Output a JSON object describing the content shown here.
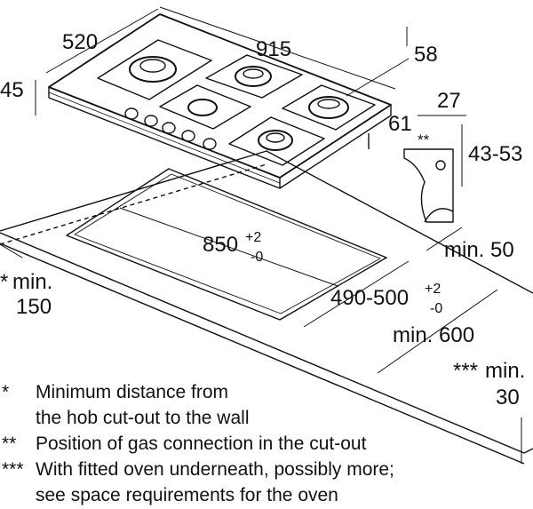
{
  "dimensions": {
    "hob_width": "915",
    "hob_depth": "520",
    "hob_height": "45",
    "hob_front_height": "58",
    "connection_offset": "27",
    "connection_depth": "61",
    "connection_range": "43-53",
    "connection_marker": "**",
    "cutout_width": "850",
    "cutout_width_tol_plus": "+2",
    "cutout_width_tol_minus": "-0",
    "cutout_depth": "490-500",
    "cutout_depth_tol_plus": "+2",
    "cutout_depth_tol_minus": "-0",
    "min_front": "min. 50",
    "min_worktop": "min. 600",
    "min_wall_marker": "*",
    "min_wall_label": "min.",
    "min_wall_value": "150",
    "min_thickness_marker": "***",
    "min_thickness_label": "min.",
    "min_thickness_value": "30"
  },
  "notes": [
    {
      "mark": "*",
      "lines": [
        "Minimum distance from",
        "the hob cut-out to the wall"
      ]
    },
    {
      "mark": "**",
      "lines": [
        "Position of gas connection in the cut-out"
      ]
    },
    {
      "mark": "***",
      "lines": [
        "With fitted oven underneath, possibly more;",
        "see space requirements for the oven"
      ]
    }
  ]
}
